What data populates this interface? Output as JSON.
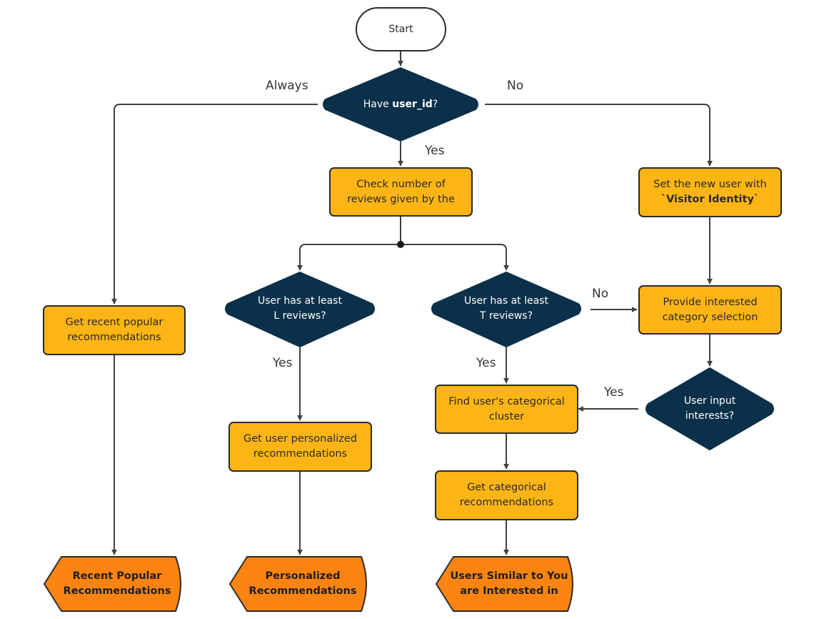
{
  "start": {
    "label": "Start"
  },
  "decision_user_id": {
    "prefix": "Have ",
    "bold": "user_id",
    "suffix": "?"
  },
  "edges": {
    "always": "Always",
    "no_top": "No",
    "yes_top": "Yes",
    "no_mid": "No",
    "yes_l": "Yes",
    "yes_t": "Yes",
    "yes_interest": "Yes"
  },
  "check_reviews": {
    "line1": "Check number of",
    "line2": "reviews given by the"
  },
  "visitor_identity": {
    "line1": "Set the new user with",
    "line2": "`Visitor Identity`"
  },
  "decision_l": {
    "line1": "User has at least",
    "line2": "L reviews?"
  },
  "decision_t": {
    "line1": "User has at least",
    "line2": "T reviews?"
  },
  "provide_category": {
    "line1": "Provide interested",
    "line2": "category selection"
  },
  "recent_popular": {
    "line1": "Get recent popular",
    "line2": "recommendations"
  },
  "personalized": {
    "line1": "Get user personalized",
    "line2": "recommendations"
  },
  "find_cluster": {
    "line1": "Find user's categorical",
    "line2": "cluster"
  },
  "decision_interests": {
    "line1": "User input",
    "line2": "interests?"
  },
  "categorical": {
    "line1": "Get categorical",
    "line2": "recommendations"
  },
  "out_recent": {
    "line1": "Recent Popular",
    "line2": "Recommendations"
  },
  "out_personalized": {
    "line1": "Personalized",
    "line2": "Recommendations"
  },
  "out_similar": {
    "line1": "Users Similar to You",
    "line2": "are Interested in"
  },
  "colors": {
    "process": "#fdb515",
    "decision": "#0b3049",
    "output": "#fb8411",
    "line": "#404040"
  }
}
